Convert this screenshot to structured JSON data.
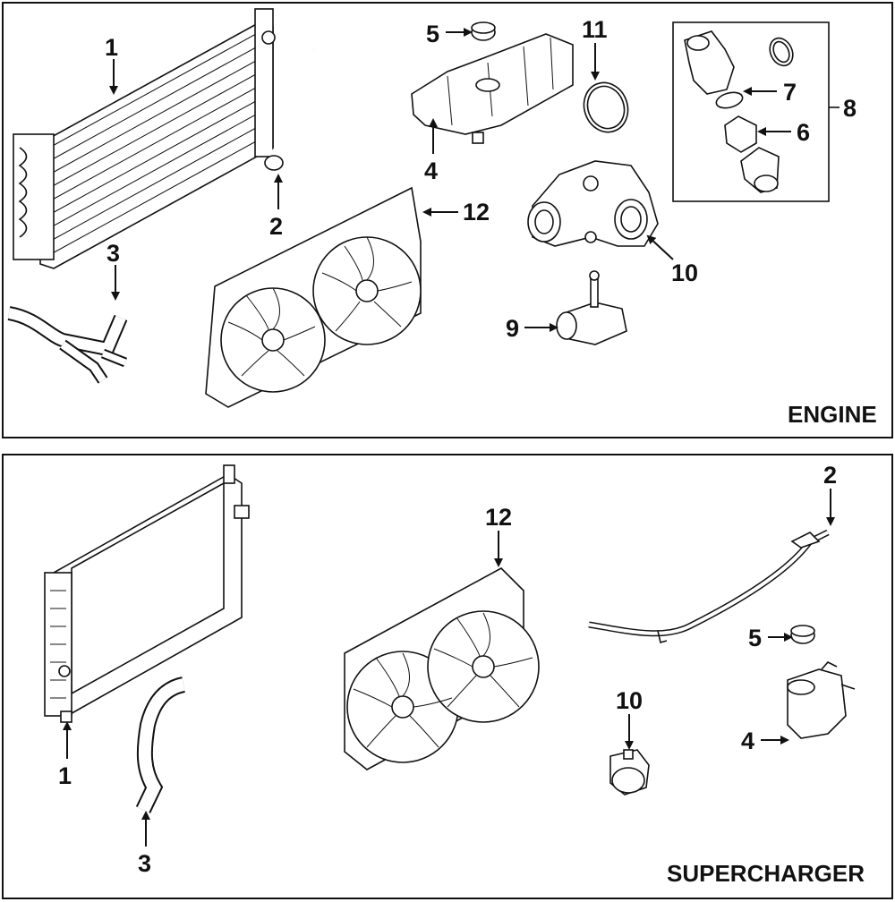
{
  "sections": [
    {
      "key": "engine",
      "label": "ENGINE"
    },
    {
      "key": "supercharger",
      "label": "SUPERCHARGER"
    }
  ],
  "engine": {
    "callouts": [
      "1",
      "2",
      "3",
      "4",
      "5",
      "6",
      "7",
      "8",
      "9",
      "10",
      "11",
      "12"
    ]
  },
  "supercharger": {
    "callouts": [
      "1",
      "2",
      "3",
      "4",
      "5",
      "10",
      "12"
    ]
  }
}
